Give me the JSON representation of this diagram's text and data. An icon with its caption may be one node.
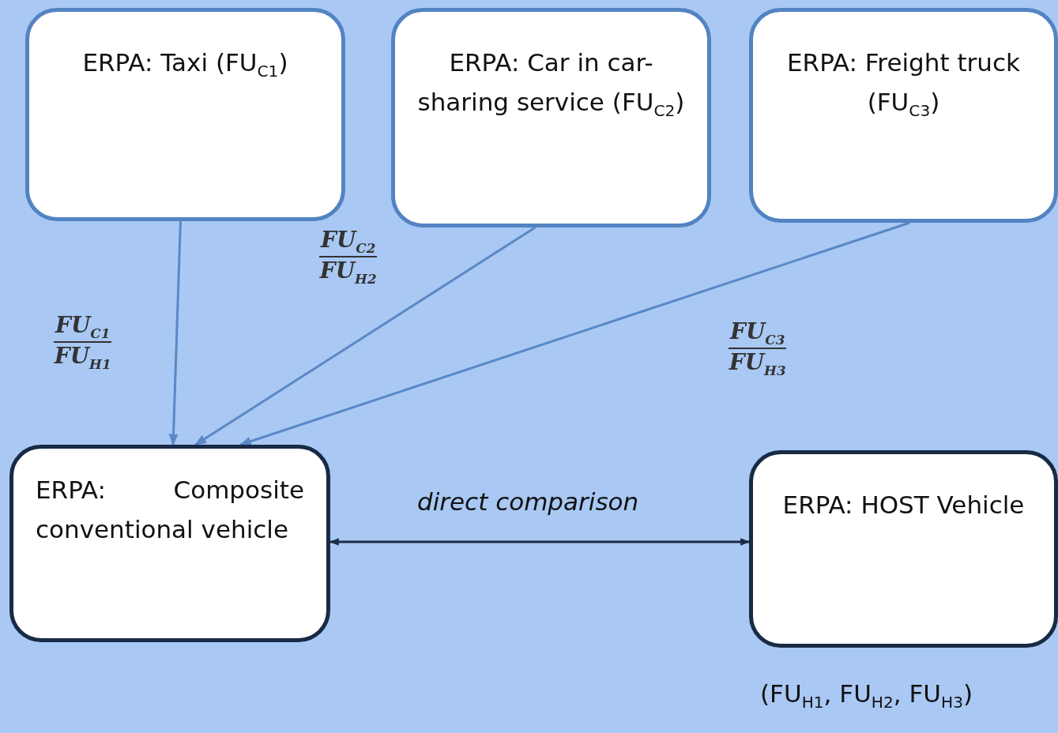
{
  "diagram": {
    "nodes": [
      {
        "text": [
          "ERPA: Taxi (FU$_{C1}$)"
        ]
      },
      {
        "text": [
          "ERPA: Car in car-sharing service (FU$_{C2}$)"
        ]
      },
      {
        "text": [
          "ERPA: Freight truck (FU$_{C3}$)"
        ]
      },
      {
        "text": [
          "ERPA: Composite conventional vehicle"
        ]
      },
      {
        "text": [
          "ERPA: HOST Vehicle"
        ],
        "beside": [
          "(FU$_{H1}$, FU$_{H2}$, FU$_{H3}$)"
        ]
      }
    ],
    "edges": [
      {
        "from": 0,
        "to": 3,
        "arrow": "to",
        "label": "FU$_{C1}$ FU$_{H1}$"
      },
      {
        "from": 1,
        "to": 3,
        "arrow": "to",
        "label": "FU$_{C2}$ FU$_{H2}$"
      },
      {
        "from": 2,
        "to": 3,
        "arrow": "to",
        "label": "FU$_{C3}$ FU$_{H3}$"
      },
      {
        "from": 3,
        "to": 4,
        "arrow": "both",
        "label": "direct comparison",
        "color": "#1c2b44"
      }
    ]
  }
}
